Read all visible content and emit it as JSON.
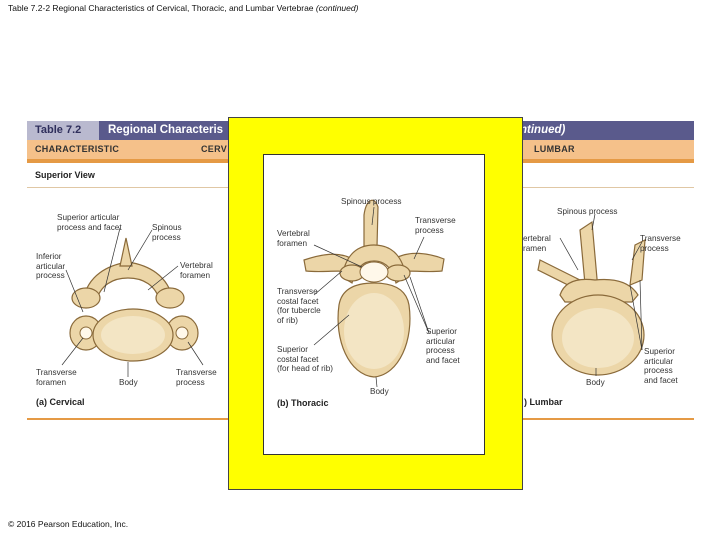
{
  "slide": {
    "title_main": "Table 7.2-2 Regional Characteristics of Cervical, Thoracic, and Lumbar Vertebrae",
    "title_suffix": "(continued)",
    "copyright": "© 2016 Pearson Education, Inc."
  },
  "table": {
    "number": "Table 7.2",
    "title_partial": "Regional Characteris",
    "continued_partial": "ntinued)",
    "col_characteristic": "CHARACTERISTIC",
    "col_cervical_partial": "CERV",
    "col_lumbar": "LUMBAR",
    "row_superior_view": "Superior View"
  },
  "cervical": {
    "label_sup_articular": "Superior articular\nprocess and facet",
    "label_spinous": "Spinous\nprocess",
    "label_inferior_articular": "Inferior\narticular\nprocess",
    "label_vertebral_foramen": "Vertebral\nforamen",
    "label_transverse_foramen": "Transverse\nforamen",
    "label_body": "Body",
    "label_transverse_process": "Transverse\nprocess",
    "caption": "(a) Cervical"
  },
  "thoracic": {
    "label_spinous": "Spinous process",
    "label_vertebral_foramen": "Vertebral\nforamen",
    "label_transverse_process": "Transverse\nprocess",
    "label_transverse_costal": "Transverse\ncostal facet\n(for tubercle\nof rib)",
    "label_superior_costal": "Superior\ncostal facet\n(for head of rib)",
    "label_superior_articular": "Superior\narticular\nprocess\nand facet",
    "label_body": "Body",
    "caption": "(b) Thoracic"
  },
  "lumbar": {
    "label_spinous": "Spinous process",
    "label_vertebral_foramen_partial": "ertebral\nramen",
    "label_transverse_process": "Transverse\nprocess",
    "label_superior_articular": "Superior\narticular\nprocess\nand facet",
    "label_body": "Body",
    "caption_partial": ") Lumbar"
  },
  "colors": {
    "table_band": "#5a5a8c",
    "header_band": "#f5c18a",
    "accent_orange": "#e59a45",
    "overlay_yellow": "#ffff00",
    "bone": "#ecd6a8"
  }
}
